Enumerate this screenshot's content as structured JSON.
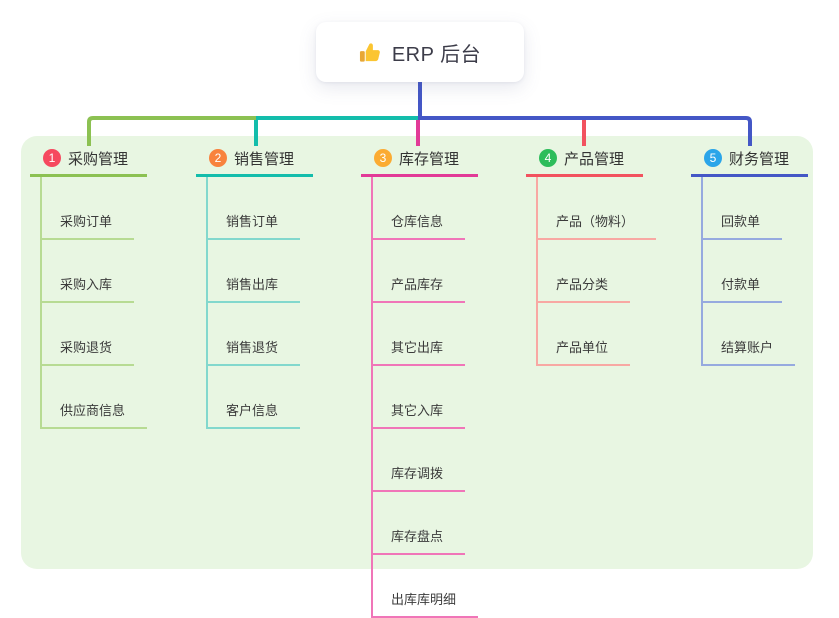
{
  "root": {
    "title": "ERP 后台",
    "icon": "thumbs-up"
  },
  "canvas": {
    "background": "#ffffff",
    "panel_background": "#e8f6e2",
    "stem_color": "#4457c6"
  },
  "branches": [
    {
      "index": "1",
      "label": "采购管理",
      "color": "#8cc152",
      "light": "#b7db93",
      "badge": "#f6495f",
      "children": [
        "采购订单",
        "采购入库",
        "采购退货",
        "供应商信息"
      ]
    },
    {
      "index": "2",
      "label": "销售管理",
      "color": "#13bdab",
      "light": "#82d8cd",
      "badge": "#f8823d",
      "children": [
        "销售订单",
        "销售出库",
        "销售退货",
        "客户信息"
      ]
    },
    {
      "index": "3",
      "label": "库存管理",
      "color": "#e23a97",
      "light": "#f075b8",
      "badge": "#fbab32",
      "children": [
        "仓库信息",
        "产品库存",
        "其它出库",
        "其它入库",
        "库存调拨",
        "库存盘点",
        "出库库明细"
      ]
    },
    {
      "index": "4",
      "label": "产品管理",
      "color": "#f2525f",
      "light": "#f8a8a3",
      "badge": "#2dbd5b",
      "children": [
        "产品（物料）",
        "产品分类",
        "产品单位"
      ]
    },
    {
      "index": "5",
      "label": "财务管理",
      "color": "#4457c6",
      "light": "#96aadf",
      "badge": "#2aa5e9",
      "children": [
        "回款单",
        "付款单",
        "结算账户"
      ]
    }
  ]
}
